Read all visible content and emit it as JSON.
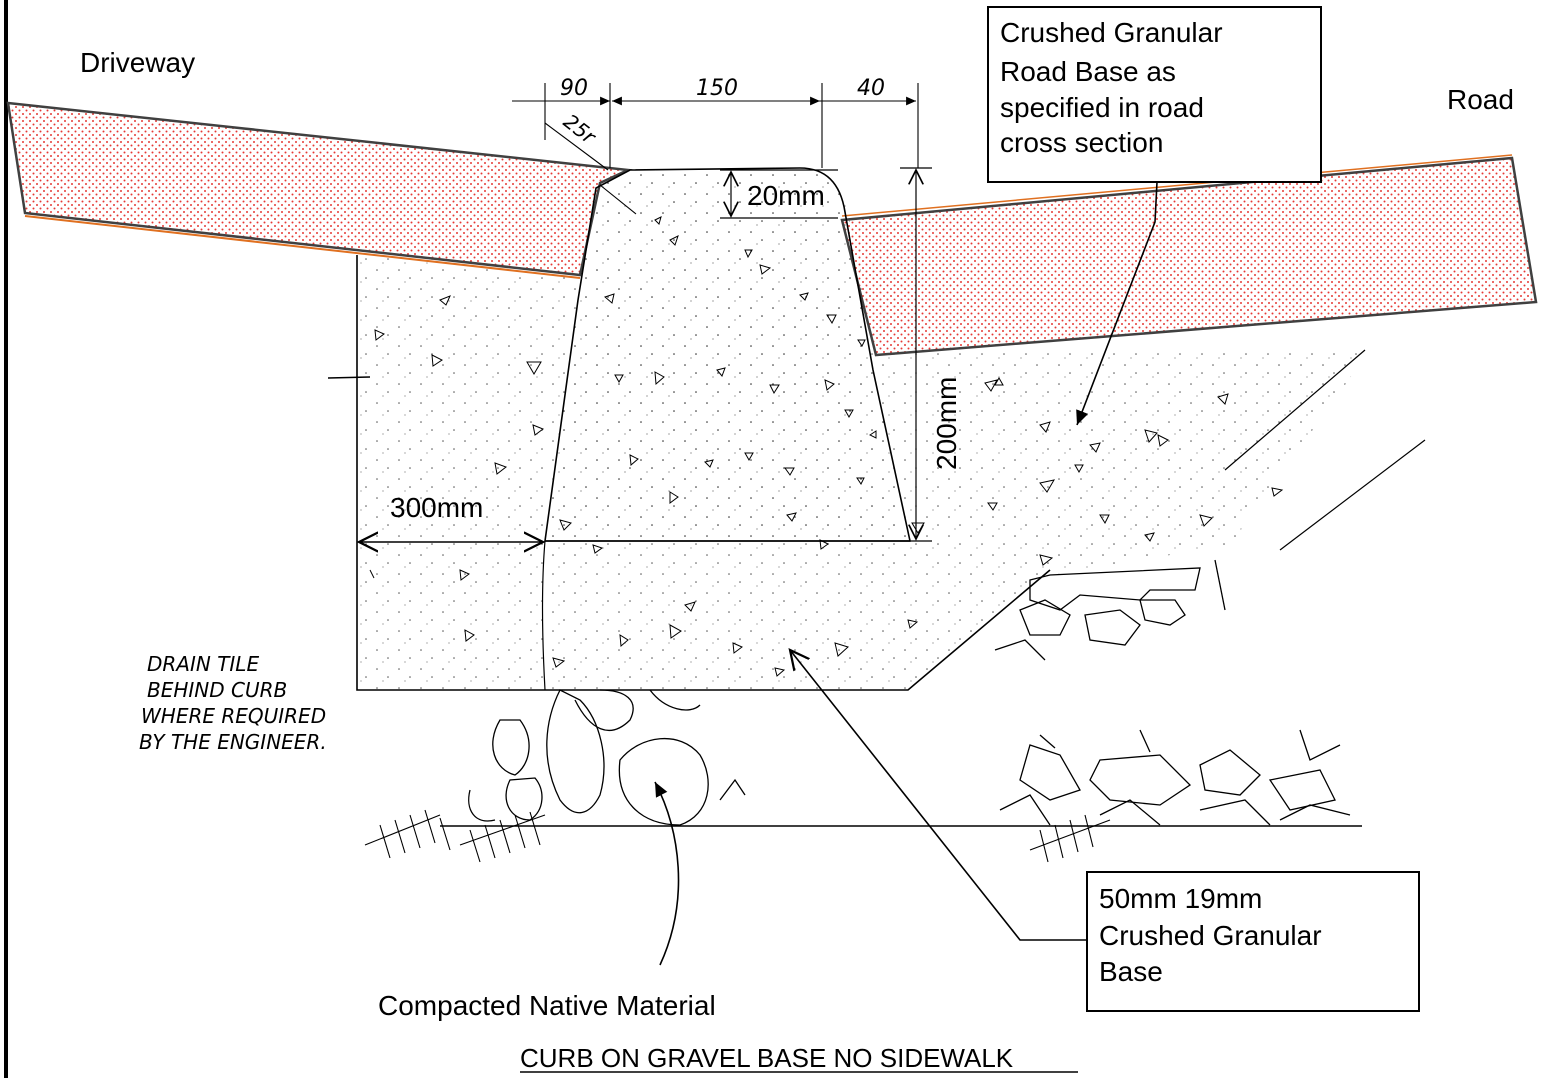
{
  "labels": {
    "driveway": "Driveway",
    "road": "Road",
    "road_base_callout": [
      "Crushed Granular",
      "Road Base as",
      "specified in road",
      "cross section"
    ],
    "gravel_base_callout": [
      "50mm 19mm",
      "Crushed Granular",
      "Base"
    ],
    "native_material": "Compacted Native Material",
    "drain_tile_note": [
      "DRAIN TILE",
      "BEHIND CURB",
      "WHERE REQUIRED",
      "BY THE ENGINEER."
    ],
    "title": "CURB ON GRAVEL BASE NO SIDEWALK"
  },
  "dimensions": {
    "dim_90": "90",
    "dim_150": "150",
    "dim_40": "40",
    "radius": "25r",
    "dim_20mm": "20mm",
    "dim_200mm": "200mm",
    "dim_300mm": "300mm"
  },
  "colors": {
    "asphalt_dots": "#e53935",
    "asphalt_edge": "#e07020",
    "line": "#000000",
    "outline": "#404040"
  }
}
